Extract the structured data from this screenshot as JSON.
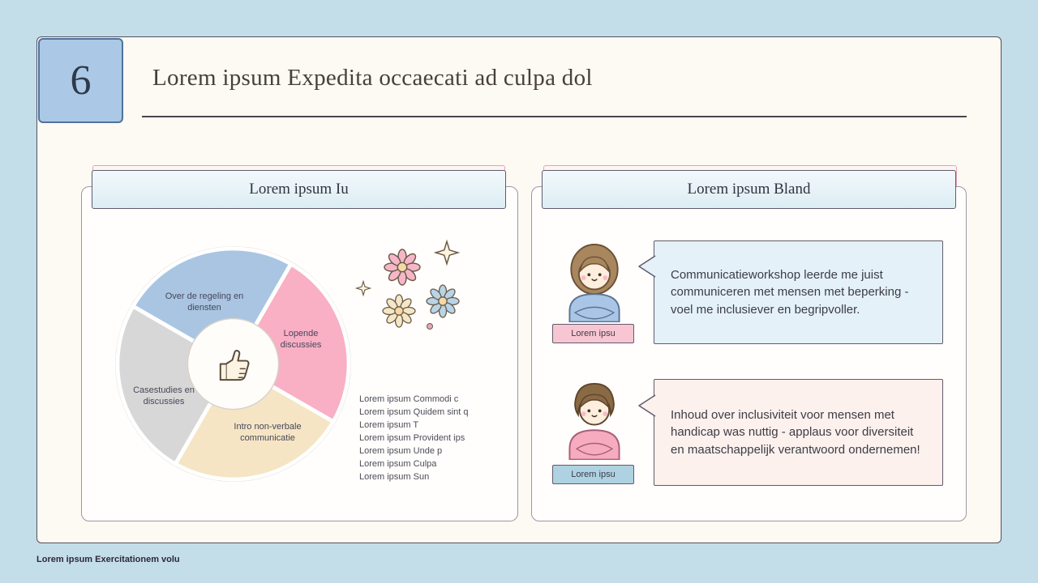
{
  "slide": {
    "number": "6",
    "title": "Lorem ipsum Expedita occaecati ad culpa dol",
    "footer": "Lorem ipsum Exercitationem volu"
  },
  "left_panel": {
    "header": "Lorem ipsum Iu",
    "cycle": {
      "center_icon": "thumbs-up-icon",
      "segments": [
        {
          "label": "Over de regeling en diensten",
          "color": "#a9c5e2"
        },
        {
          "label": "Lopende discussies",
          "color": "#f9afc4"
        },
        {
          "label": "Casestudies en discussies",
          "color": "#d8d7d7"
        },
        {
          "label": "Intro non-verbale communicatie",
          "color": "#f6e5c4"
        }
      ]
    },
    "notes": [
      "Lorem ipsum Commodi c",
      "Lorem ipsum Quidem sint q",
      "Lorem ipsum T",
      "Lorem ipsum Provident ips",
      "Lorem ipsum Unde p",
      "Lorem ipsum Culpa",
      "Lorem ipsum Sun"
    ],
    "decor_icons": [
      "daisy-pink-icon",
      "daisy-cream-icon",
      "daisy-blue-icon",
      "sparkle-icon"
    ]
  },
  "right_panel": {
    "header": "Lorem ipsum Bland",
    "testimonials": [
      {
        "name": "Lorem ipsu",
        "avatar": "girl-avatar",
        "badge_color": "#f8c6d2",
        "bubble_color": "#e4f1f8",
        "quote": "Communicatieworkshop leerde me juist communiceren met mensen met beperking - voel me inclusiever en begripvoller."
      },
      {
        "name": "Lorem ipsu",
        "avatar": "boy-avatar",
        "badge_color": "#aed2e2",
        "bubble_color": "#fdf1ee",
        "quote": "Inhoud over inclusiviteit voor mensen met handicap was nuttig - applaus voor diversiteit en maatschappelijk verantwoord ondernemen!"
      }
    ]
  },
  "colors": {
    "background": "#c3dee8",
    "card": "#fdf9f3",
    "accent_pink": "#e8a2b8",
    "header_fill": "#e4f1f8",
    "number_tile": "#abc9e6"
  }
}
